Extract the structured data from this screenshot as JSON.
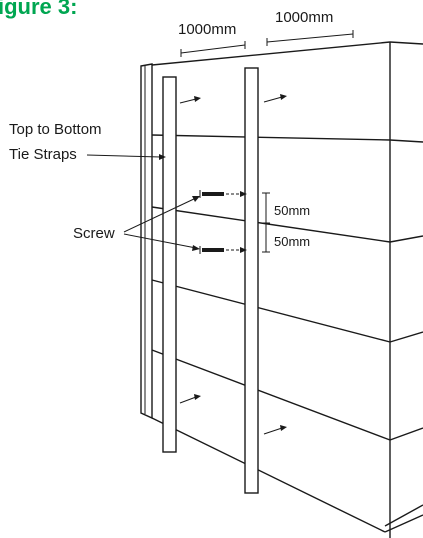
{
  "figure": {
    "title": "igure 3:",
    "title_color": "#00a651"
  },
  "dimensions": {
    "width_left": "1000mm",
    "width_right": "1000mm",
    "gap_top": "50mm",
    "gap_bottom": "50mm"
  },
  "labels": {
    "tie_straps_line1": "Top to Bottom",
    "tie_straps_line2": "Tie Straps",
    "screw": "Screw"
  },
  "colors": {
    "line": "#1a1a1a",
    "background": "#ffffff"
  }
}
